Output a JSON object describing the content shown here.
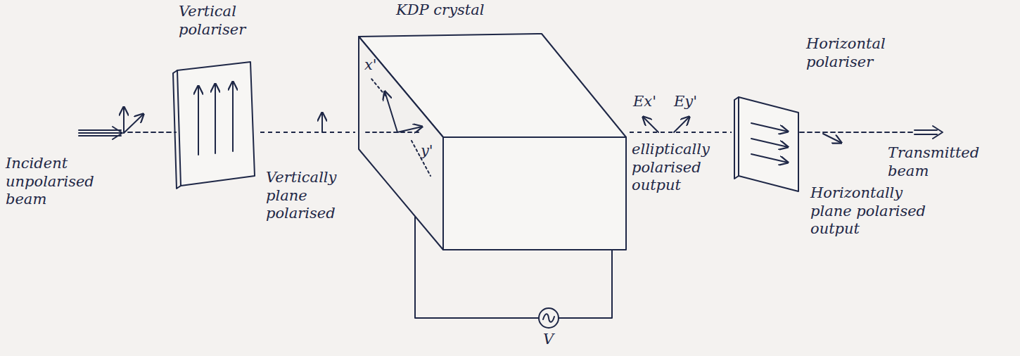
{
  "diagram": {
    "nodes": [
      {
        "text": [
          "Vertical polariser"
        ]
      },
      {
        "text": [
          "KDP crystal"
        ]
      },
      {
        "text": [
          "Horizontal polariser"
        ]
      }
    ],
    "edges": [
      {
        "from": 0,
        "to": 1,
        "arrow": "none"
      },
      {
        "from": 1,
        "to": 2,
        "arrow": "none"
      }
    ],
    "labels": [
      "Incident unpolarised beam",
      "Vertically plane polarised",
      "x'",
      "y'",
      "Ex'",
      "Ey'",
      "elliptically polarised output",
      "Transmitted beam",
      "Horizontally plane polarised output",
      "V"
    ]
  }
}
